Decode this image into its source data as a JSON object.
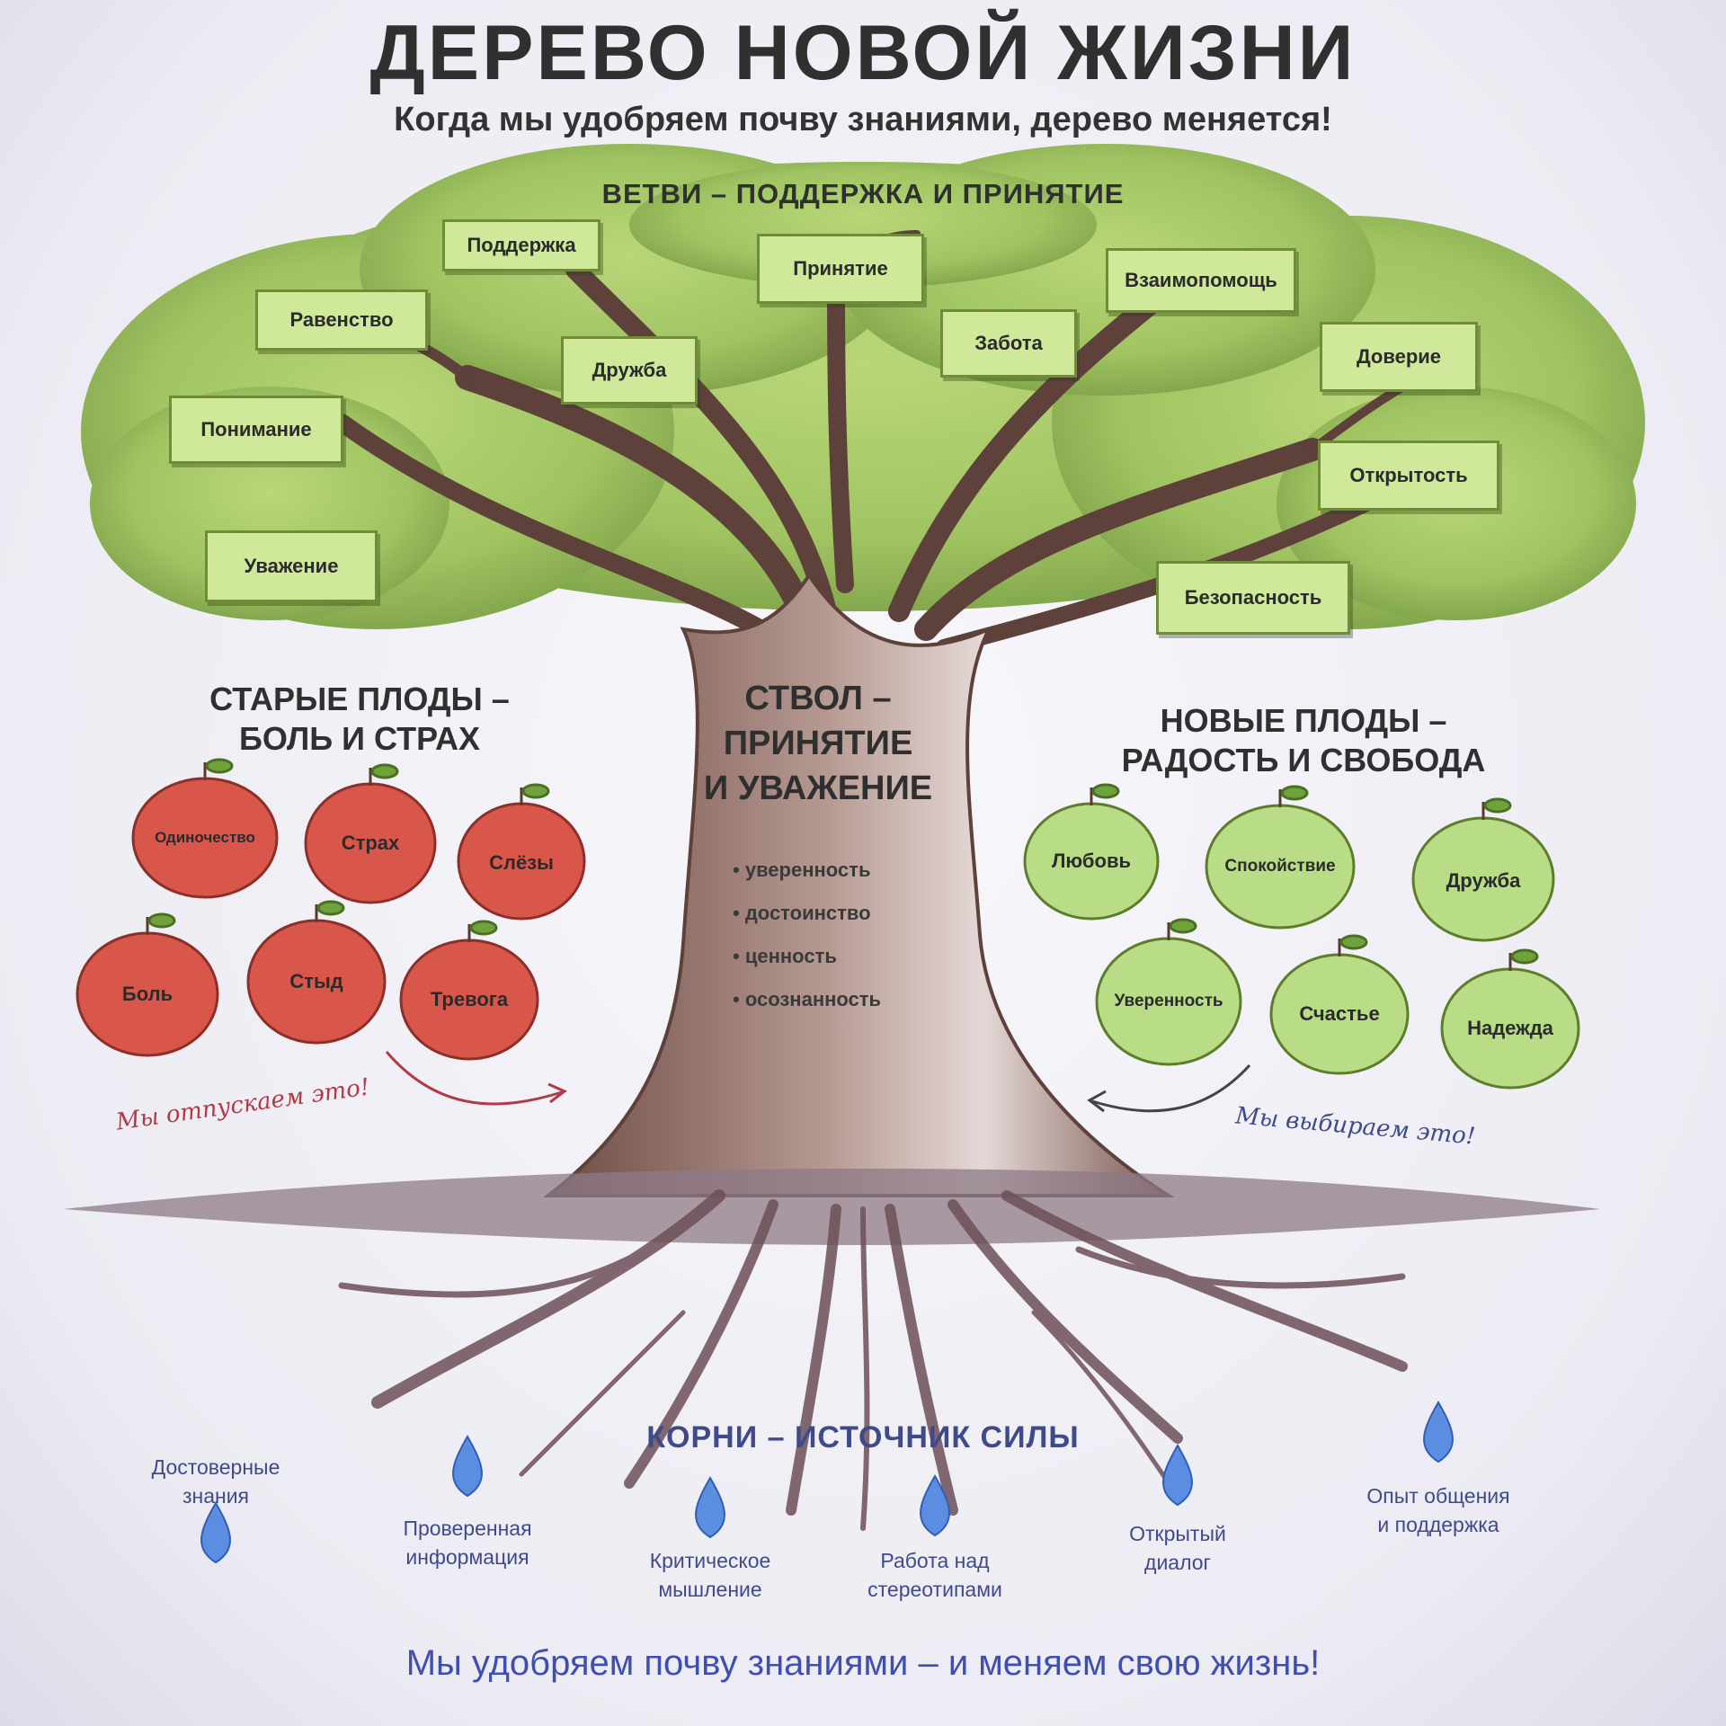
{
  "title": "ДЕРЕВО НОВОЙ ЖИЗНИ",
  "subtitle": "Когда мы удобряем почву знаниями, дерево меняется!",
  "branches_heading": "ВЕТВИ – ПОДДЕРЖКА И ПРИНЯТИЕ",
  "branch_signs": [
    "Поддержка",
    "Равенство",
    "Принятие",
    "Взаимопомощь",
    "Дружба",
    "Забота",
    "Доверие",
    "Понимание",
    "Открытость",
    "Уважение",
    "Безопасность"
  ],
  "old_fruits": {
    "title_line1": "СТАРЫЕ ПЛОДЫ –",
    "title_line2": "БОЛЬ И СТРАХ",
    "items": [
      "Одиночество",
      "Страх",
      "Слёзы",
      "Боль",
      "Стыд",
      "Тревога"
    ],
    "note": "Мы отпускаем это!",
    "color": "#d9574a"
  },
  "new_fruits": {
    "title_line1": "НОВЫЕ ПЛОДЫ –",
    "title_line2": "РАДОСТЬ И СВОБОДА",
    "items": [
      "Любовь",
      "Спокойствие",
      "Дружба",
      "Уверенность",
      "Счастье",
      "Надежда"
    ],
    "note": "Мы выбираем это!",
    "color": "#b9dc86"
  },
  "trunk": {
    "title_line1": "СТВОЛ –",
    "title_line2": "ПРИНЯТИЕ",
    "title_line3": "И УВАЖЕНИЕ",
    "items": [
      "уверенность",
      "достоинство",
      "ценность",
      "осознанность"
    ]
  },
  "roots_heading": "КОРНИ – ИСТОЧНИК СИЛЫ",
  "roots": [
    {
      "line1": "Достоверные",
      "line2": "знания"
    },
    {
      "line1": "Проверенная",
      "line2": "информация"
    },
    {
      "line1": "Критическое",
      "line2": "мышление"
    },
    {
      "line1": "Работа над",
      "line2": "стереотипами"
    },
    {
      "line1": "Открытый",
      "line2": "диалог"
    },
    {
      "line1": "Опыт общения",
      "line2": "и поддержка"
    }
  ],
  "footer": "Мы удобряем почву знаниями – и меняем свою жизнь!",
  "colors": {
    "foliage": "#9cc25a",
    "trunk": "#8a6558",
    "sign": "#cfe89a",
    "water": "#4f7fd6",
    "roots_text": "#3f4a8a"
  }
}
